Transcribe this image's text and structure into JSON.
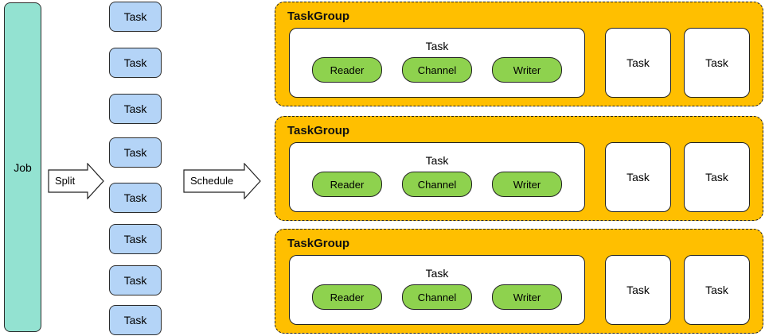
{
  "job": {
    "label": "Job"
  },
  "arrows": {
    "split_label": "Split",
    "schedule_label": "Schedule"
  },
  "split_tasks": [
    "Task",
    "Task",
    "Task",
    "Task",
    "Task",
    "Task",
    "Task",
    "Task"
  ],
  "task_groups": [
    {
      "title": "TaskGroup",
      "main_task": {
        "label": "Task",
        "components": [
          "Reader",
          "Channel",
          "Writer"
        ]
      },
      "extra_tasks": [
        "Task",
        "Task"
      ]
    },
    {
      "title": "TaskGroup",
      "main_task": {
        "label": "Task",
        "components": [
          "Reader",
          "Channel",
          "Writer"
        ]
      },
      "extra_tasks": [
        "Task",
        "Task"
      ]
    },
    {
      "title": "TaskGroup",
      "main_task": {
        "label": "Task",
        "components": [
          "Reader",
          "Channel",
          "Writer"
        ]
      },
      "extra_tasks": [
        "Task",
        "Task"
      ]
    }
  ],
  "colors": {
    "job_fill": "#93e2d1",
    "task_fill": "#b4d4f7",
    "taskgroup_fill": "#ffbf00",
    "component_fill": "#8ed24e"
  }
}
